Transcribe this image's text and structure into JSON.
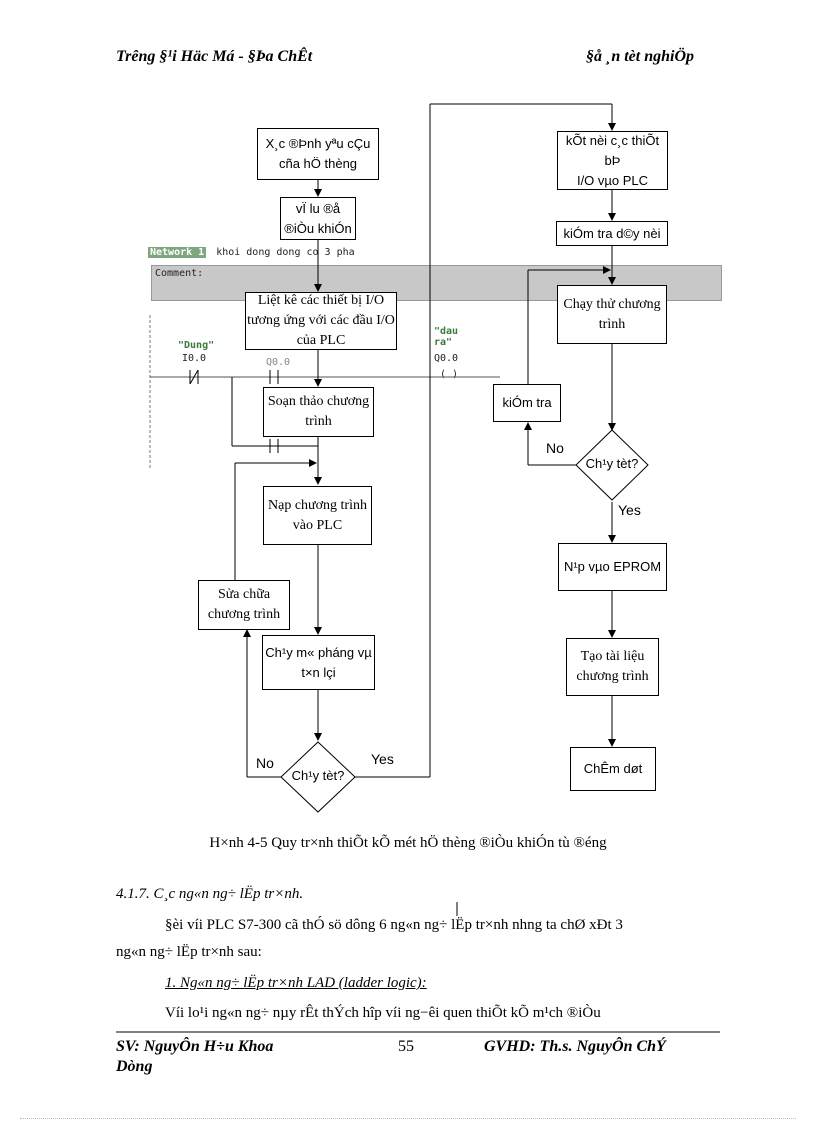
{
  "header": {
    "left": "Trêng  §¹i Häc Má - §Þa ChÊt",
    "right": "§å ¸n tèt nghiÖp"
  },
  "ladder": {
    "network_tag": "Network 1",
    "network_title": "khoi dong dong co 3 pha",
    "comment_label": "Comment:",
    "contact1_name": "\"Dung\"",
    "contact1_addr": "I0.0",
    "contact2_addr": "Q0.0",
    "coil_name": "\"dau ra\"",
    "coil_addr": "Q0.0",
    "coil_symbol": "( )"
  },
  "flowchart": {
    "left": {
      "box1": "X¸c ®Þnh yªu cÇu\ncña hÖ thèng",
      "box2": "vÏ lu ®å\n®iÒu khiÓn",
      "box3": "Liệt kê các thiết bị I/O\ntương ứng với các đầu I/O\ncủa PLC",
      "box4": "Soạn thảo chương\ntrình",
      "box5": "Nạp chương trình\nvào PLC",
      "box6": "Sửa chữa\nchương trình",
      "box7": "Ch¹y m« pháng vµ\nt×n lçi",
      "decision": "Ch¹y tèt?",
      "no": "No",
      "yes": "Yes"
    },
    "right": {
      "box1": "kÕt nèi c¸c thiÕt bÞ\nI/O vµo PLC",
      "box2": "kiÓm tra d©y nèi",
      "box3": "Chạy thử chương\ntrình",
      "box4": "kiÓm tra",
      "decision": "Ch¹y tèt?",
      "no": "No",
      "yes": "Yes",
      "box5": "N¹p vµo EPROM",
      "box6": "Tạo tài liệu\nchương trình",
      "box7": "ChÊm døt"
    }
  },
  "caption": "H×nh 4-5 Quy tr×nh thiÕt kÕ mét hÖ thèng ®iÒu khiÓn tù ®éng",
  "section": {
    "heading": "4.1.7. C¸c ng«n ng÷ lËp tr×nh.",
    "para1a": "§èi víi PLC S7-300 cã thÓ sö dông 6 ng«n ng÷ lËp tr×nh nhng  ta chØ xÐt 3",
    "para1b": "ng«n ng÷ lËp tr×nh sau:",
    "subheading": "1. Ng«n ng÷ lËp tr×nh LAD (ladder logic):",
    "para2": "Víi lo¹i ng«n ng÷ nµy rÊt thÝch hîp víi ng−êi quen thiÕt kÕ m¹ch ®iÒu"
  },
  "footer": {
    "student": "SV: NguyÔn H÷u Khoa",
    "student2": "Dòng",
    "page": "55",
    "advisor": "GVHD:  Th.s.  NguyÔn ChÝ"
  }
}
